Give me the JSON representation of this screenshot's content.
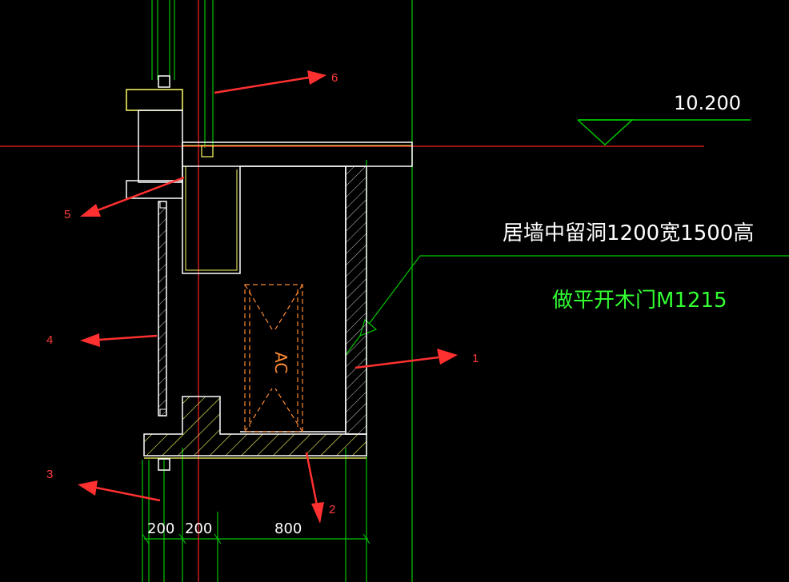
{
  "elevation": {
    "value": "10.200"
  },
  "notes": {
    "opening": "居墙中留洞1200宽1500高",
    "door": "做平开木门M1215"
  },
  "equipment": {
    "ac": "AC"
  },
  "dimensions": [
    "200",
    "200",
    "800"
  ],
  "markers": [
    "1",
    "2",
    "3",
    "4",
    "5",
    "6"
  ],
  "colors": {
    "background": "#000000",
    "wall": "#ffffff",
    "grid": "#00c800",
    "axis": "#ff2020",
    "hatch": "#ffff66",
    "ac": "#ff8a33",
    "arrow": "#ff3030",
    "door_note": "#33ff33"
  }
}
